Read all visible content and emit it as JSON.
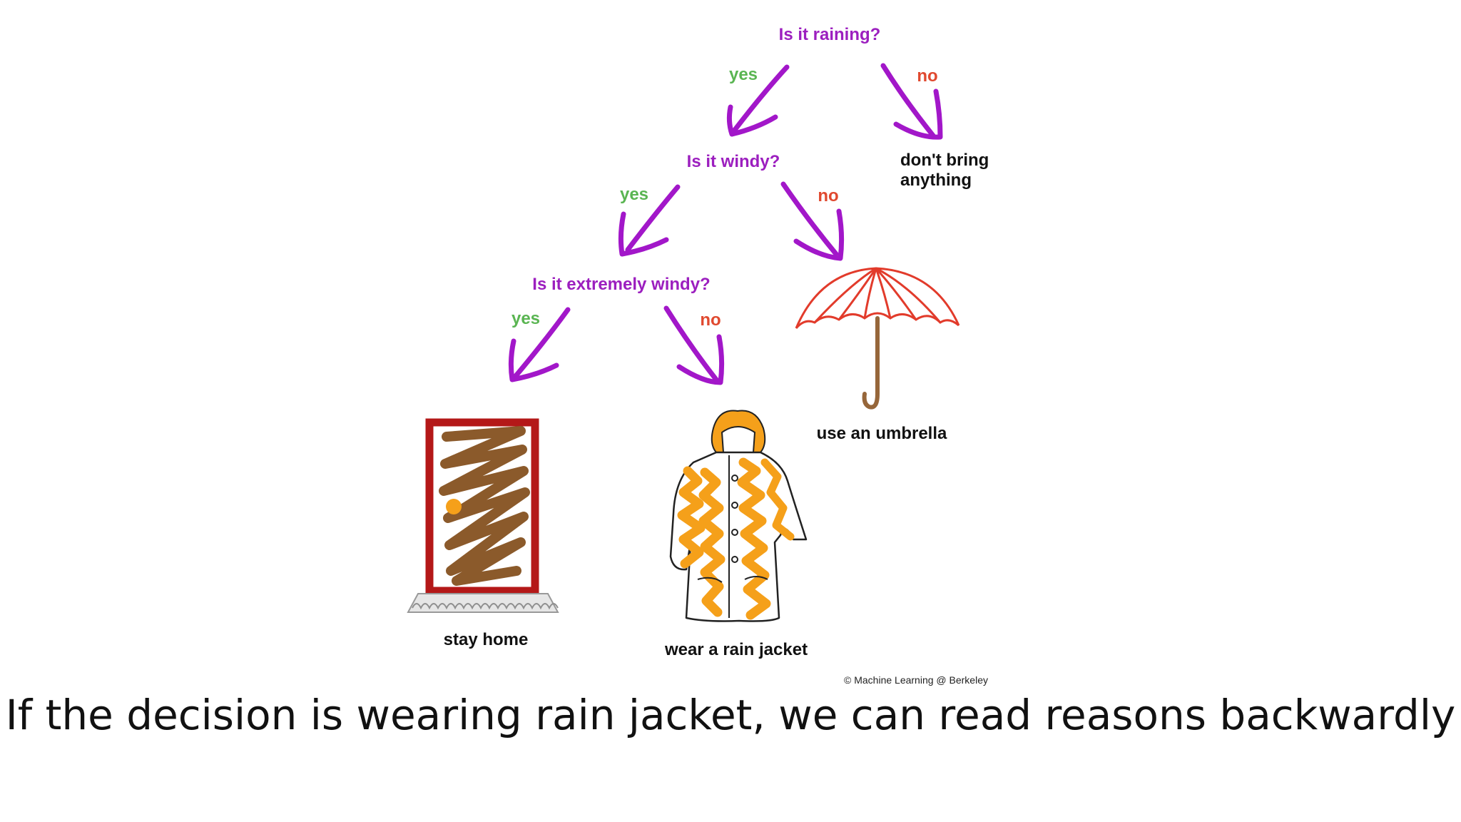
{
  "colors": {
    "question": "#9c1fbf",
    "yes": "#5ab552",
    "no": "#e0492f",
    "arrow": "#a217c9",
    "door_frame": "#b41818",
    "door_fill": "#8b5a2b",
    "jacket_fill": "#f5a01a",
    "umbrella_canopy": "#e23b2b",
    "umbrella_handle": "#96663a"
  },
  "tree": {
    "q1": "Is it raining?",
    "q2": "Is it windy?",
    "q3": "Is it extremely windy?",
    "yes_label": "yes",
    "no_label": "no"
  },
  "leaves": {
    "no_rain": [
      "don't bring",
      "anything"
    ],
    "umbrella": "use an umbrella",
    "stay_home": "stay home",
    "rain_jacket": "wear a rain jacket"
  },
  "copyright": "© Machine Learning @ Berkeley",
  "caption": "If the decision is wearing rain jacket, we can read reasons backwardly"
}
